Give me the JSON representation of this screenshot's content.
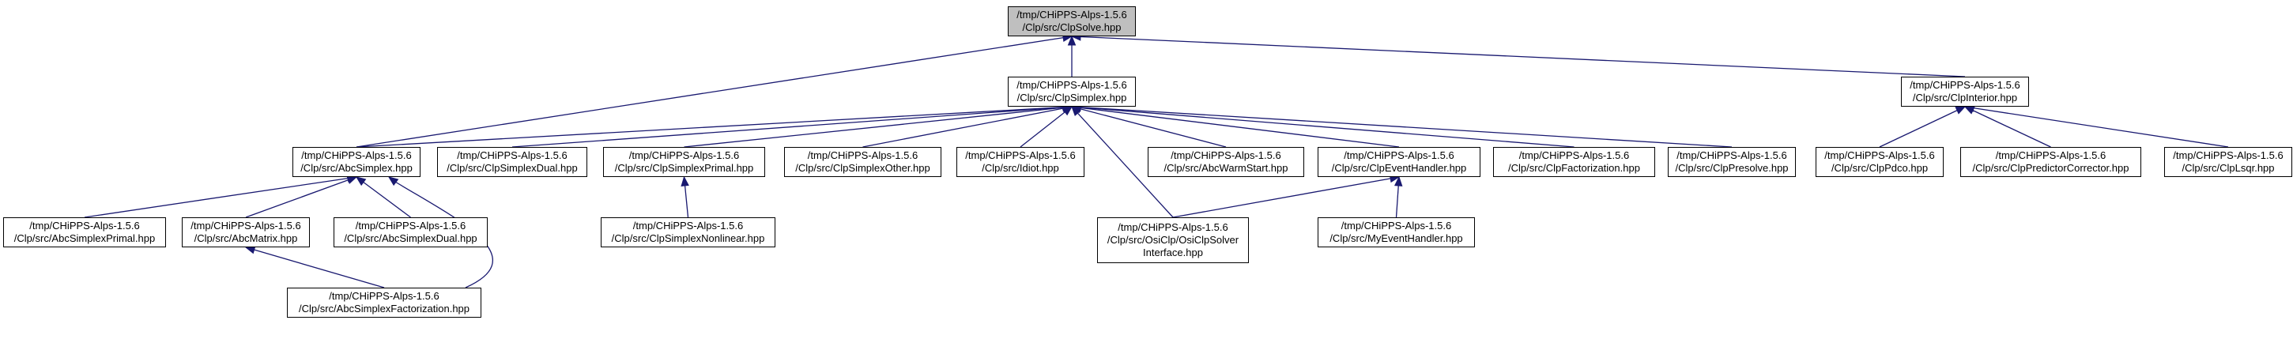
{
  "graph": {
    "edge_color": "#191970",
    "root_fill": "#bfbfbf",
    "nodes": [
      {
        "id": "clpsolve",
        "label": "/tmp/CHiPPS-Alps-1.5.6\n/Clp/src/ClpSolve.hpp",
        "root": true
      },
      {
        "id": "clpsimplex",
        "label": "/tmp/CHiPPS-Alps-1.5.6\n/Clp/src/ClpSimplex.hpp"
      },
      {
        "id": "clpinterior",
        "label": "/tmp/CHiPPS-Alps-1.5.6\n/Clp/src/ClpInterior.hpp"
      },
      {
        "id": "abcsimplex",
        "label": "/tmp/CHiPPS-Alps-1.5.6\n/Clp/src/AbcSimplex.hpp"
      },
      {
        "id": "clpsimplexdual",
        "label": "/tmp/CHiPPS-Alps-1.5.6\n/Clp/src/ClpSimplexDual.hpp"
      },
      {
        "id": "clpsimplexprimal",
        "label": "/tmp/CHiPPS-Alps-1.5.6\n/Clp/src/ClpSimplexPrimal.hpp"
      },
      {
        "id": "clpsimplexother",
        "label": "/tmp/CHiPPS-Alps-1.5.6\n/Clp/src/ClpSimplexOther.hpp"
      },
      {
        "id": "idiot",
        "label": "/tmp/CHiPPS-Alps-1.5.6\n/Clp/src/Idiot.hpp"
      },
      {
        "id": "abcwarmstart",
        "label": "/tmp/CHiPPS-Alps-1.5.6\n/Clp/src/AbcWarmStart.hpp"
      },
      {
        "id": "clpeventhandler",
        "label": "/tmp/CHiPPS-Alps-1.5.6\n/Clp/src/ClpEventHandler.hpp"
      },
      {
        "id": "clpfactorization",
        "label": "/tmp/CHiPPS-Alps-1.5.6\n/Clp/src/ClpFactorization.hpp"
      },
      {
        "id": "clppresolve",
        "label": "/tmp/CHiPPS-Alps-1.5.6\n/Clp/src/ClpPresolve.hpp"
      },
      {
        "id": "clppdco",
        "label": "/tmp/CHiPPS-Alps-1.5.6\n/Clp/src/ClpPdco.hpp"
      },
      {
        "id": "clppredictorcorrector",
        "label": "/tmp/CHiPPS-Alps-1.5.6\n/Clp/src/ClpPredictorCorrector.hpp"
      },
      {
        "id": "clplsqr",
        "label": "/tmp/CHiPPS-Alps-1.5.6\n/Clp/src/ClpLsqr.hpp"
      },
      {
        "id": "abcsimplexprimal",
        "label": "/tmp/CHiPPS-Alps-1.5.6\n/Clp/src/AbcSimplexPrimal.hpp"
      },
      {
        "id": "abcmatrix",
        "label": "/tmp/CHiPPS-Alps-1.5.6\n/Clp/src/AbcMatrix.hpp"
      },
      {
        "id": "abcsimplexdual",
        "label": "/tmp/CHiPPS-Alps-1.5.6\n/Clp/src/AbcSimplexDual.hpp"
      },
      {
        "id": "clpsimplexnonlinear",
        "label": "/tmp/CHiPPS-Alps-1.5.6\n/Clp/src/ClpSimplexNonlinear.hpp"
      },
      {
        "id": "osiclpsolverinterface",
        "label": "/tmp/CHiPPS-Alps-1.5.6\n/Clp/src/OsiClp/OsiClpSolver\nInterface.hpp"
      },
      {
        "id": "myeventhandler",
        "label": "/tmp/CHiPPS-Alps-1.5.6\n/Clp/src/MyEventHandler.hpp"
      },
      {
        "id": "abcsimplexfactorization",
        "label": "/tmp/CHiPPS-Alps-1.5.6\n/Clp/src/AbcSimplexFactorization.hpp"
      }
    ],
    "edges": [
      {
        "from": "clpsimplex",
        "to": "clpsolve"
      },
      {
        "from": "clpinterior",
        "to": "clpsolve"
      },
      {
        "from": "abcsimplex",
        "to": "clpsolve"
      },
      {
        "from": "abcsimplex",
        "to": "clpsimplex"
      },
      {
        "from": "clpsimplexdual",
        "to": "clpsimplex"
      },
      {
        "from": "clpsimplexprimal",
        "to": "clpsimplex"
      },
      {
        "from": "clpsimplexother",
        "to": "clpsimplex"
      },
      {
        "from": "idiot",
        "to": "clpsimplex"
      },
      {
        "from": "abcwarmstart",
        "to": "clpsimplex"
      },
      {
        "from": "clpeventhandler",
        "to": "clpsimplex"
      },
      {
        "from": "clpfactorization",
        "to": "clpsimplex"
      },
      {
        "from": "clppresolve",
        "to": "clpsimplex"
      },
      {
        "from": "osiclpsolverinterface",
        "to": "clpsimplex"
      },
      {
        "from": "clppdco",
        "to": "clpinterior"
      },
      {
        "from": "clppredictorcorrector",
        "to": "clpinterior"
      },
      {
        "from": "clplsqr",
        "to": "clpinterior"
      },
      {
        "from": "abcsimplexprimal",
        "to": "abcsimplex"
      },
      {
        "from": "abcmatrix",
        "to": "abcsimplex"
      },
      {
        "from": "abcsimplexdual",
        "to": "abcsimplex"
      },
      {
        "from": "abcsimplexfactorization",
        "to": "abcsimplex"
      },
      {
        "from": "abcsimplexfactorization",
        "to": "abcmatrix"
      },
      {
        "from": "clpsimplexnonlinear",
        "to": "clpsimplexprimal"
      },
      {
        "from": "osiclpsolverinterface",
        "to": "clpeventhandler"
      },
      {
        "from": "myeventhandler",
        "to": "clpeventhandler"
      }
    ]
  }
}
